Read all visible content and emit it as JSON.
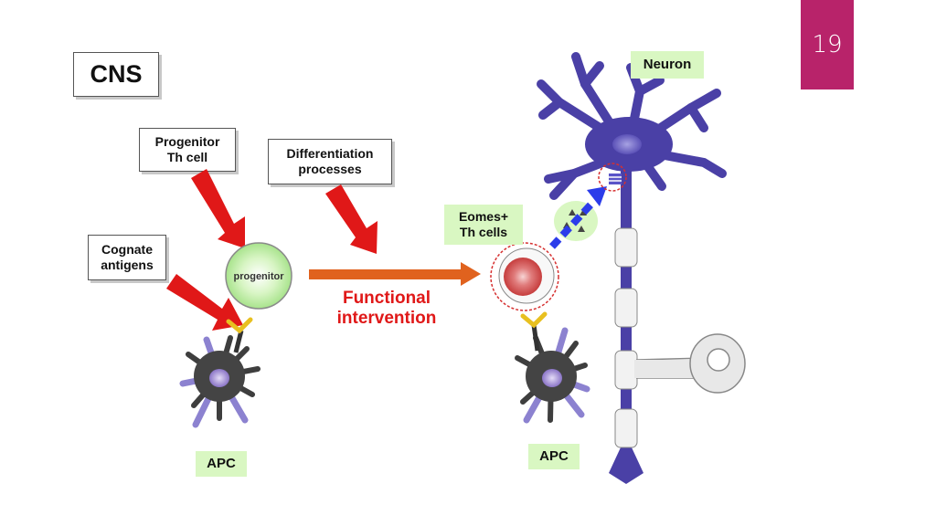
{
  "slide": {
    "number": "19"
  },
  "labels": {
    "cns": "CNS",
    "progenitor_line1": "Progenitor",
    "progenitor_line2": "Th cell",
    "differentiation_line1": "Differentiation",
    "differentiation_line2": "processes",
    "cognate_line1": "Cognate",
    "cognate_line2": "antigens",
    "progenitor_cell": "progenitor",
    "functional_line1": "Functional",
    "functional_line2": "intervention",
    "eomes_line1": "Eomes+",
    "eomes_line2": "Th cells",
    "neuron": "Neuron",
    "apc_left": "APC",
    "apc_right": "APC"
  },
  "colors": {
    "accent": "#b8236a",
    "arrow_red": "#e01818",
    "arrow_orange": "#e0621e",
    "neuron": "#4a40a6",
    "label_green": "#d9f7c2"
  }
}
